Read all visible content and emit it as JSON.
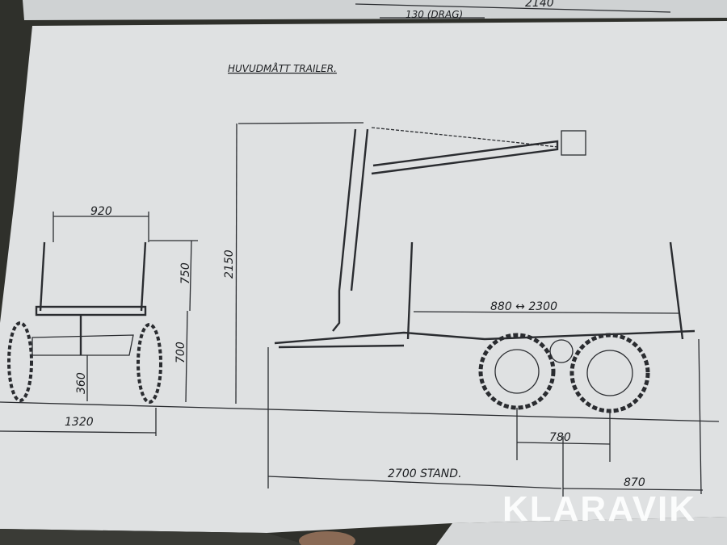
{
  "drawing": {
    "title": "HUVUDMÅTT TRAILER.",
    "top_sheet": {
      "dim_2140": "2140",
      "dim_130": "130 (DRAG)"
    },
    "rear_view": {
      "width_top": "920",
      "post_height": "750",
      "frame_height": "700",
      "axle_height": "360",
      "track_width": "1320"
    },
    "side_view": {
      "crane_height": "2150",
      "bunk_length": "880 ↔ 2300",
      "axle_spacing": "780",
      "length_standard": "2700  STAND.",
      "rear_overhang": "870"
    }
  },
  "watermark": "KLARAVIK"
}
